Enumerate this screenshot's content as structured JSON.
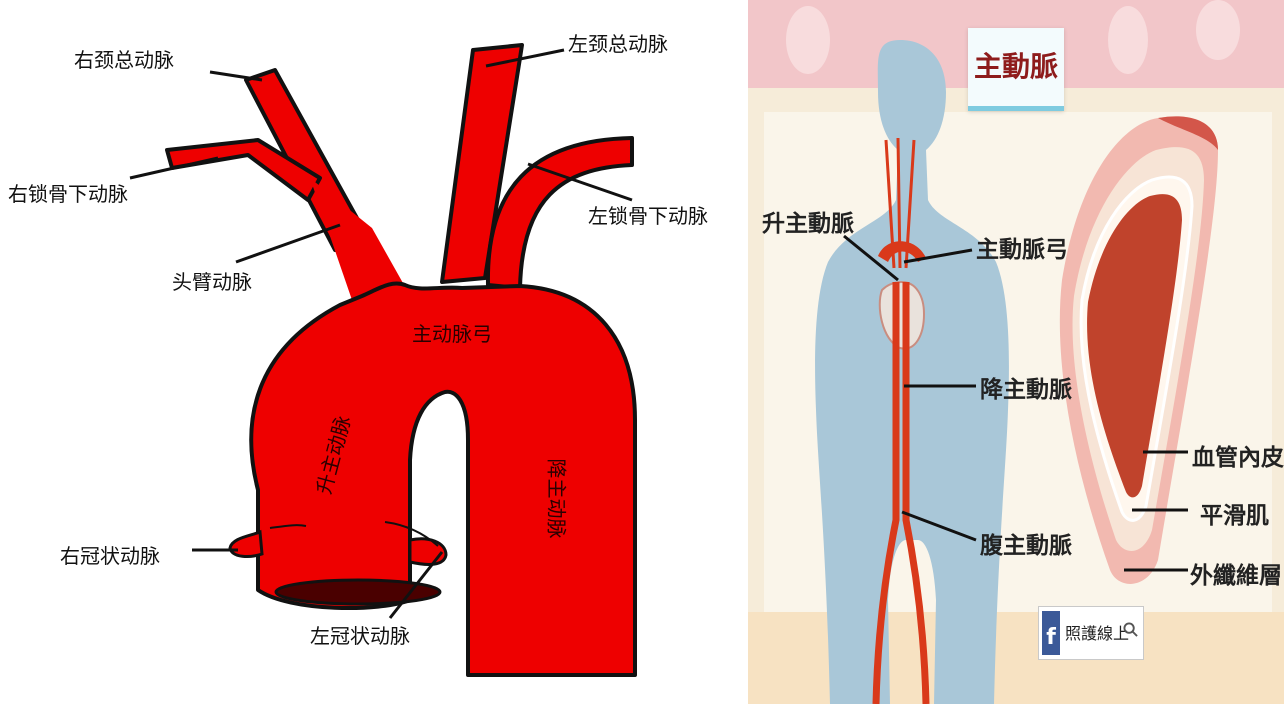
{
  "left_diagram": {
    "labels": {
      "right_common_carotid": "右颈总动脉",
      "left_common_carotid": "左颈总动脉",
      "right_subclavian": "右锁骨下动脉",
      "left_subclavian": "左锁骨下动脉",
      "brachiocephalic": "头臂动脉",
      "aortic_arch": "主动脉弓",
      "ascending_aorta": "升主动脉",
      "descending_aorta": "降主动脉",
      "right_coronary": "右冠状动脉",
      "left_coronary": "左冠状动脉"
    },
    "colors": {
      "artery": "#ee0000",
      "outline": "#111111"
    }
  },
  "right_panel": {
    "title": "主動脈",
    "labels": {
      "ascending_aorta": "升主動脈",
      "aortic_arch": "主動脈弓",
      "descending_aorta": "降主動脈",
      "abdominal_aorta": "腹主動脈",
      "intima": "血管內皮",
      "smooth_muscle": "平滑肌",
      "adventitia": "外纖維層"
    },
    "brand": {
      "icon": "facebook-icon",
      "text": "照護線上"
    },
    "colors": {
      "body": "#a9c7d8",
      "aorta": "#d9391a",
      "top_band": "#f2c6c9",
      "title_text": "#8e1c1c"
    }
  }
}
